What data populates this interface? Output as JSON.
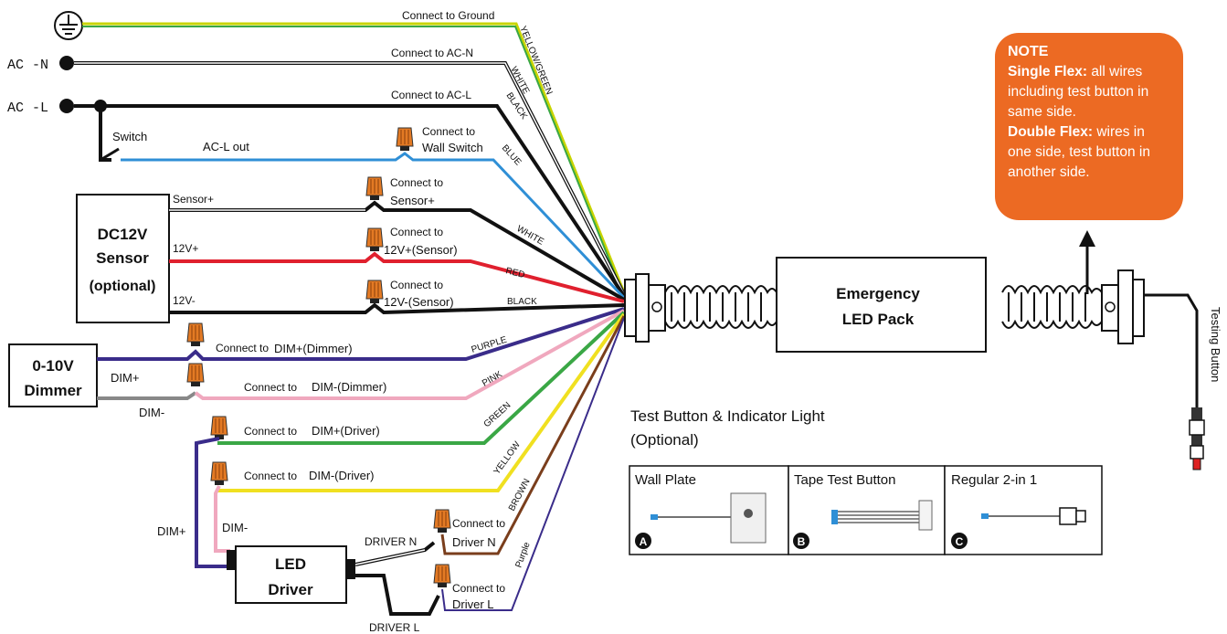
{
  "left_terminals": {
    "ac_n": "AC -N",
    "ac_l": "AC -L",
    "switch": "Switch",
    "ac_l_out": "AC-L out"
  },
  "wire_labels": {
    "ground": "Connect to Ground",
    "ac_n": "Connect to AC-N",
    "ac_l": "Connect to AC-L",
    "wall_switch_1": "Connect to",
    "wall_switch_2": "Wall Switch",
    "sensor_plus_1": "Connect to",
    "sensor_plus_2": "Sensor+",
    "sensor_12v_1": "Connect to",
    "sensor_12v_2": "12V+(Sensor)",
    "sensor_12vm_1": "Connect to",
    "sensor_12vm_2": "12V-(Sensor)",
    "dim_plus_dimmer_1": "Connect to",
    "dim_plus_dimmer_2": "DIM+(Dimmer)",
    "dim_minus_dimmer_1": "Connect to",
    "dim_minus_dimmer_2": "DIM-(Dimmer)",
    "dim_plus_driver_1": "Connect to",
    "dim_plus_driver_2": "DIM+(Driver)",
    "dim_minus_driver_1": "Connect to",
    "dim_minus_driver_2": "DIM-(Driver)",
    "driver_n_1": "Connect to",
    "driver_n_2": "Driver N",
    "driver_l_1": "Connect to",
    "driver_l_2": "Driver L"
  },
  "wire_colors": {
    "yellow_green": "YELLOW/GREEN",
    "white1": "WHITE",
    "black1": "BLACK",
    "blue": "BLUE",
    "white2": "WHITE",
    "red": "RED",
    "black2": "BLACK",
    "purple": "PURPLE",
    "pink": "PINK",
    "green": "GREEN",
    "yellow": "YELLOW",
    "brown": "BROWN",
    "purple2": "Purple"
  },
  "sensor": {
    "line1": "DC12V",
    "line2": "Sensor",
    "line3": "(optional)",
    "pin_plus": "Sensor+",
    "pin_12v": "12V+",
    "pin_12vm": "12V-"
  },
  "dimmer": {
    "line1": "0-10V",
    "line2": "Dimmer",
    "dim_plus": "DIM+",
    "dim_minus": "DIM-"
  },
  "driver": {
    "line1": "LED",
    "line2": "Driver",
    "dim_plus": "DIM+",
    "dim_minus": "DIM-",
    "driver_n": "DRIVER N",
    "driver_l": "DRIVER L"
  },
  "pack": {
    "line1": "Emergency",
    "line2": "LED Pack"
  },
  "testing_button": "Testing Button",
  "note": {
    "title": "NOTE",
    "single_label": "Single Flex:",
    "single_text": "all wires including test button in same side.",
    "double_label": "Double Flex:",
    "double_text": "wires in one side, test button in another side."
  },
  "test_section": {
    "title_line1": "Test Button & Indicator Light",
    "title_line2": "(Optional)",
    "options": [
      {
        "label": "Wall Plate",
        "badge": "A"
      },
      {
        "label": "Tape Test Button",
        "badge": "B"
      },
      {
        "label": "Regular 2-in 1",
        "badge": "C"
      }
    ]
  },
  "colors": {
    "ground": "#c8d400",
    "blue": "#2f8fd6",
    "red": "#e0202e",
    "purple": "#3a2c8a",
    "pink": "#f0a8be",
    "green": "#3aa745",
    "yellow": "#f0e020",
    "brown": "#7a3e1c",
    "nut": "#e37a24",
    "note": "#ec6a23"
  }
}
